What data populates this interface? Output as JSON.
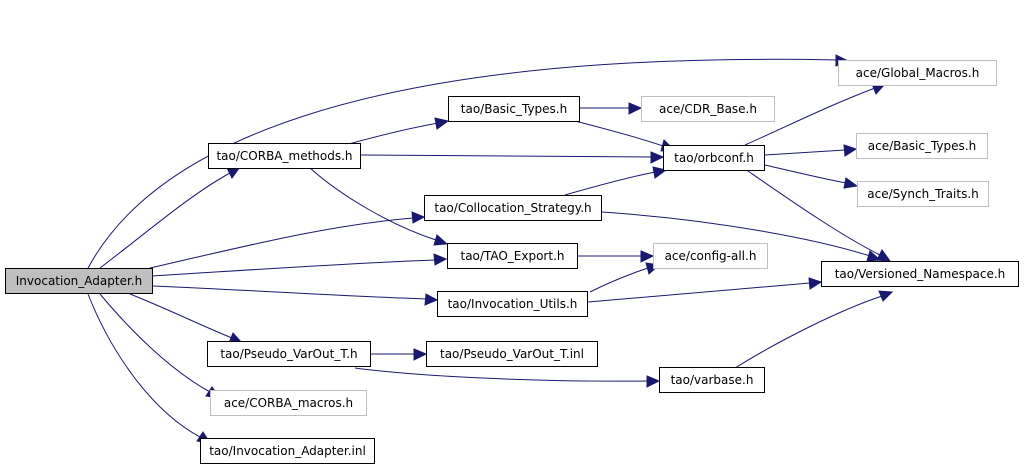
{
  "nodes": {
    "invocation_adapter_h": "Invocation_Adapter.h",
    "global_macros": "ace/Global_Macros.h",
    "basic_types_tao": "tao/Basic_Types.h",
    "cdr_base": "ace/CDR_Base.h",
    "corba_methods": "tao/CORBA_methods.h",
    "orbconf": "tao/orbconf.h",
    "basic_types_ace": "ace/Basic_Types.h",
    "synch_traits": "ace/Synch_Traits.h",
    "collocation_strategy": "tao/Collocation_Strategy.h",
    "tao_export": "tao/TAO_Export.h",
    "config_all": "ace/config-all.h",
    "versioned_namespace": "tao/Versioned_Namespace.h",
    "invocation_utils": "tao/Invocation_Utils.h",
    "pseudo_varout_h": "tao/Pseudo_VarOut_T.h",
    "pseudo_varout_inl": "tao/Pseudo_VarOut_T.inl",
    "varbase": "tao/varbase.h",
    "corba_macros": "ace/CORBA_macros.h",
    "invocation_adapter_inl": "tao/Invocation_Adapter.inl"
  },
  "styles": {
    "edge_color": "#191970",
    "root_fill": "#bfbfbf",
    "external_border": "#bfbfbf",
    "internal_border": "#000000"
  }
}
